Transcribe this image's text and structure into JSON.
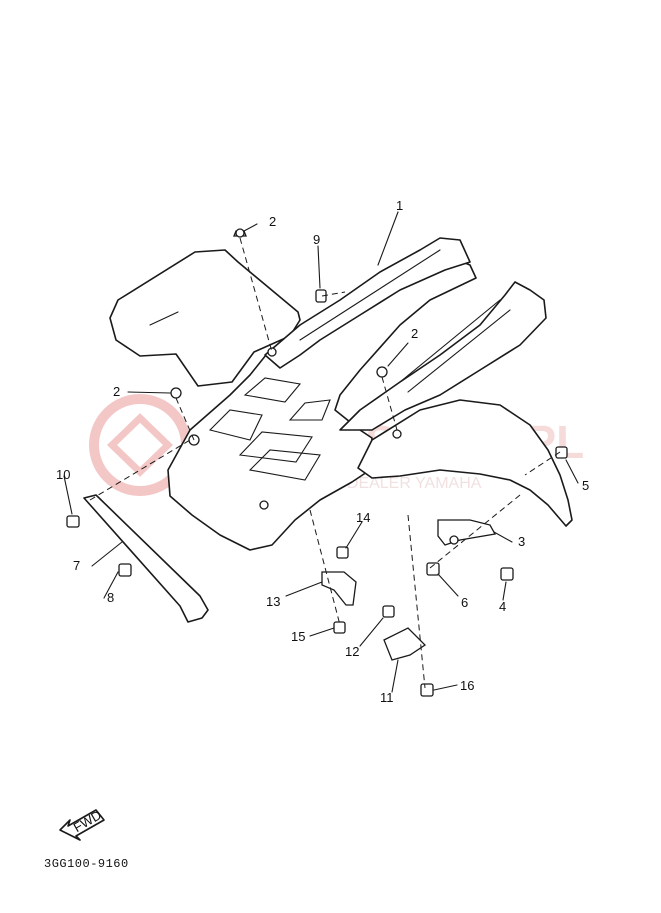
{
  "diagram": {
    "drawing_code": "3GG100-9160",
    "fwd_label": "FWD",
    "watermark": {
      "main": "PARTS SKLEP.PL",
      "sub": "WUSHECHNOTIC DEALER YAMAHA"
    },
    "callouts": {
      "c1": "1",
      "c2a": "2",
      "c2b": "2",
      "c2c": "2",
      "c3": "3",
      "c4": "4",
      "c5": "5",
      "c6": "6",
      "c7": "7",
      "c8": "8",
      "c9": "9",
      "c10": "10",
      "c11": "11",
      "c12": "12",
      "c13": "13",
      "c14": "14",
      "c15": "15",
      "c16": "16"
    }
  }
}
